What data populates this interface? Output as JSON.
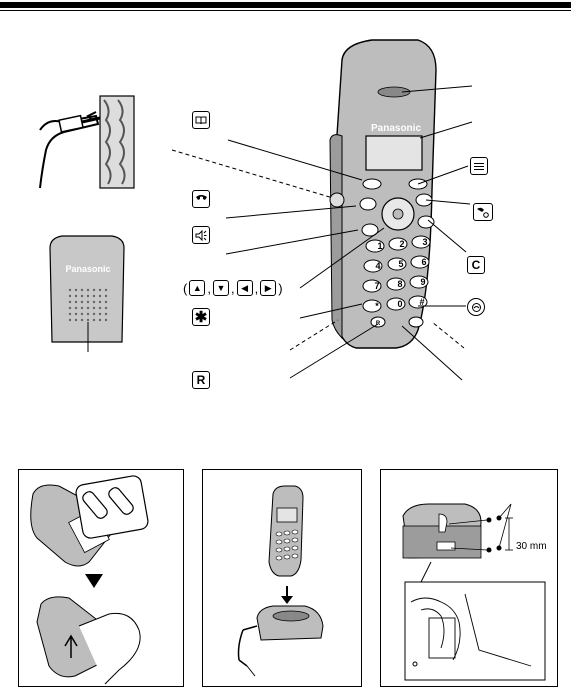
{
  "brand": "Panasonic",
  "panels": {
    "wall_mount": {
      "distance_label": "30 mm"
    }
  },
  "icons": {
    "phonebook": "phonebook-icon",
    "talk": "talk-icon",
    "speaker": "speakerphone-icon",
    "navigation": [
      "up-arrow-icon",
      "down-arrow-icon",
      "left-arrow-icon",
      "right-arrow-icon"
    ],
    "tone": "tone-star-icon",
    "recall": "R",
    "menu": "menu-icon",
    "off": "off-icon",
    "clear": "C",
    "intercom": "intercom-icon"
  }
}
